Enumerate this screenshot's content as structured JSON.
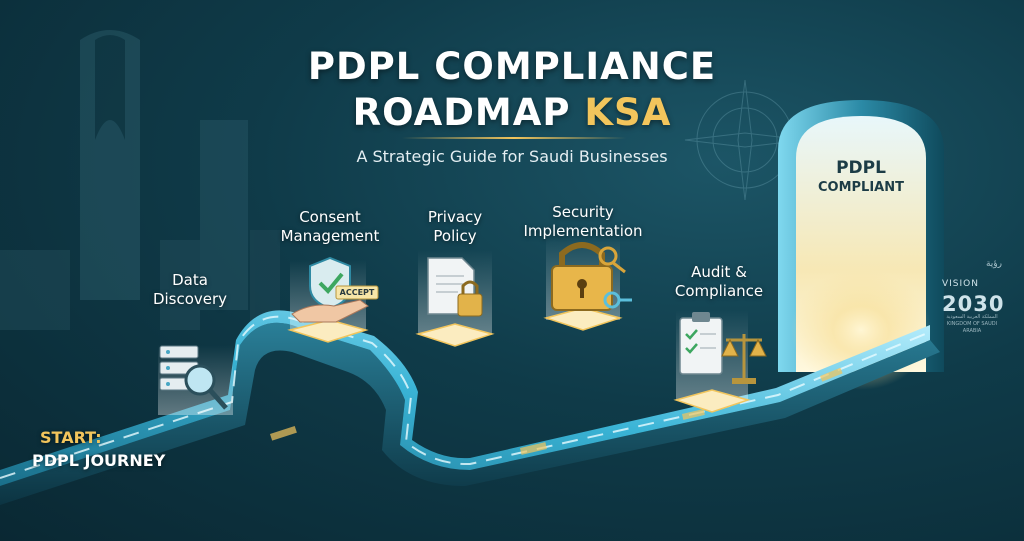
{
  "header": {
    "title_line1": "PDPL COMPLIANCE",
    "title_line2_main": "ROADMAP",
    "title_line2_accent": "KSA",
    "subtitle": "A Strategic Guide for Saudi Businesses"
  },
  "start": {
    "label": "START:",
    "sublabel": "PDPL JOURNEY"
  },
  "steps": [
    {
      "line1": "Data",
      "line2": "Discovery",
      "icon": "database-search-icon"
    },
    {
      "line1": "Consent",
      "line2": "Management",
      "badge": "ACCEPT",
      "icon": "shield-check-hand-icon"
    },
    {
      "line1": "Privacy",
      "line2": "Policy",
      "icon": "document-lock-icon"
    },
    {
      "line1": "Security",
      "line2": "Implementation",
      "icon": "padlock-key-icon"
    },
    {
      "line1": "Audit &",
      "line2": "Compliance",
      "icon": "clipboard-scales-icon"
    }
  ],
  "goal": {
    "line1": "PDPL",
    "line2": "COMPLIANT"
  },
  "vision": {
    "arabic": "رؤية",
    "line1": "VISION",
    "year": "2030",
    "org": "المملكة العربية السعودية KINGDOM OF SAUDI ARABIA"
  },
  "colors": {
    "accent_gold": "#f2c55c",
    "path_cyan": "#5fd3f2",
    "background": "#0f3b49"
  }
}
